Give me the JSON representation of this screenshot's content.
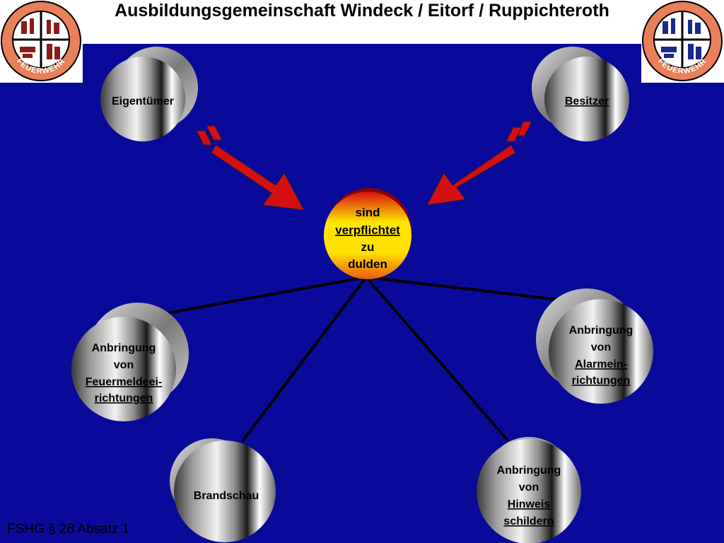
{
  "header": {
    "title": "Ausbildungsgemeinschaft Windeck / Eitorf / Ruppichteroth"
  },
  "logos": {
    "left_text": "FEUERWEHR",
    "right_text": "FEUERWEHR",
    "left_color": "#8b1a1a",
    "right_color": "#1a2a8b",
    "ring_color": "#e8805a"
  },
  "center": {
    "line1": "sind",
    "line2": "verpflichtet",
    "line3": "zu",
    "line4": "dulden"
  },
  "nodes": {
    "owner": {
      "label": "Eigentümer"
    },
    "possessor": {
      "label": "Besitzer"
    },
    "fire_alarm": {
      "line1": "Anbringung",
      "line2": "von",
      "line3": "Feuermeldeei-",
      "line4": "richtungen"
    },
    "alarm": {
      "line1": "Anbringung",
      "line2": "von",
      "line3": "Alarmein-",
      "line4": "richtungen"
    },
    "inspection": {
      "label": "Brandschau"
    },
    "signs": {
      "line1": "Anbringung",
      "line2": "von",
      "line3": "Hinweis",
      "line4": "schildern"
    }
  },
  "footer": {
    "text": "FSHG § 28 Absatz 1"
  },
  "colors": {
    "background": "#0a0a9a",
    "arrow": "#d40f0f",
    "connector": "#000000"
  }
}
